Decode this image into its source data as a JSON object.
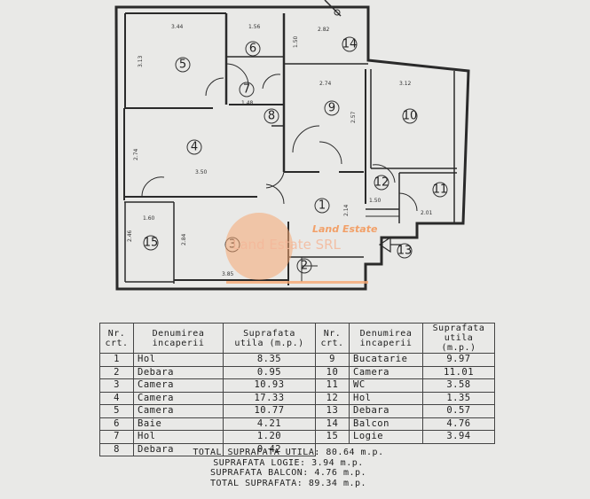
{
  "rooms": [
    {
      "nr": "1",
      "name": "Hol",
      "area": "8.35"
    },
    {
      "nr": "2",
      "name": "Debara",
      "area": "0.95"
    },
    {
      "nr": "3",
      "name": "Camera",
      "area": "10.93"
    },
    {
      "nr": "4",
      "name": "Camera",
      "area": "17.33"
    },
    {
      "nr": "5",
      "name": "Camera",
      "area": "10.77"
    },
    {
      "nr": "6",
      "name": "Baie",
      "area": "4.21"
    },
    {
      "nr": "7",
      "name": "Hol",
      "area": "1.20"
    },
    {
      "nr": "8",
      "name": "Debara",
      "area": "0.42"
    },
    {
      "nr": "9",
      "name": "Bucatarie",
      "area": "9.97"
    },
    {
      "nr": "10",
      "name": "Camera",
      "area": "11.01"
    },
    {
      "nr": "11",
      "name": "WC",
      "area": "3.58"
    },
    {
      "nr": "12",
      "name": "Hol",
      "area": "1.35"
    },
    {
      "nr": "13",
      "name": "Debara",
      "area": "0.57"
    },
    {
      "nr": "14",
      "name": "Balcon",
      "area": "4.76"
    },
    {
      "nr": "15",
      "name": "Logie",
      "area": "3.94"
    }
  ],
  "table_headers": {
    "nr_line1": "Nr.",
    "nr_line2": "crt.",
    "name_line1": "Denumirea",
    "name_line2": "incaperii",
    "area_line1": "Suprafata",
    "area_line2": "utila (m.p.)"
  },
  "totals": {
    "utila": "TOTAL SUPRAFATA UTILA: 80.64 m.p.",
    "logie": "SUPRAFATA LOGIE: 3.94 m.p.",
    "balcon": "SUPRAFATA BALCON: 4.76 m.p.",
    "total": "TOTAL SUPRAFATA: 89.34 m.p."
  },
  "dimensions": {
    "d1": "3.44",
    "d2": "1.56",
    "d3": "2.82",
    "d4": "1.50",
    "d5": "3.13",
    "d6": "1.48",
    "d7": "2.74",
    "d8": "3.12",
    "d9": "3.50",
    "d10": "2.74",
    "d11": "1.60",
    "d12": "2.46",
    "d13": "2.84",
    "d14": "3.85",
    "d15": "2.57",
    "d16": "2.14",
    "d17": "2.01",
    "d18": "1.50"
  },
  "watermark": {
    "brand": "Land Estate",
    "company": "Land Estate SRL"
  }
}
